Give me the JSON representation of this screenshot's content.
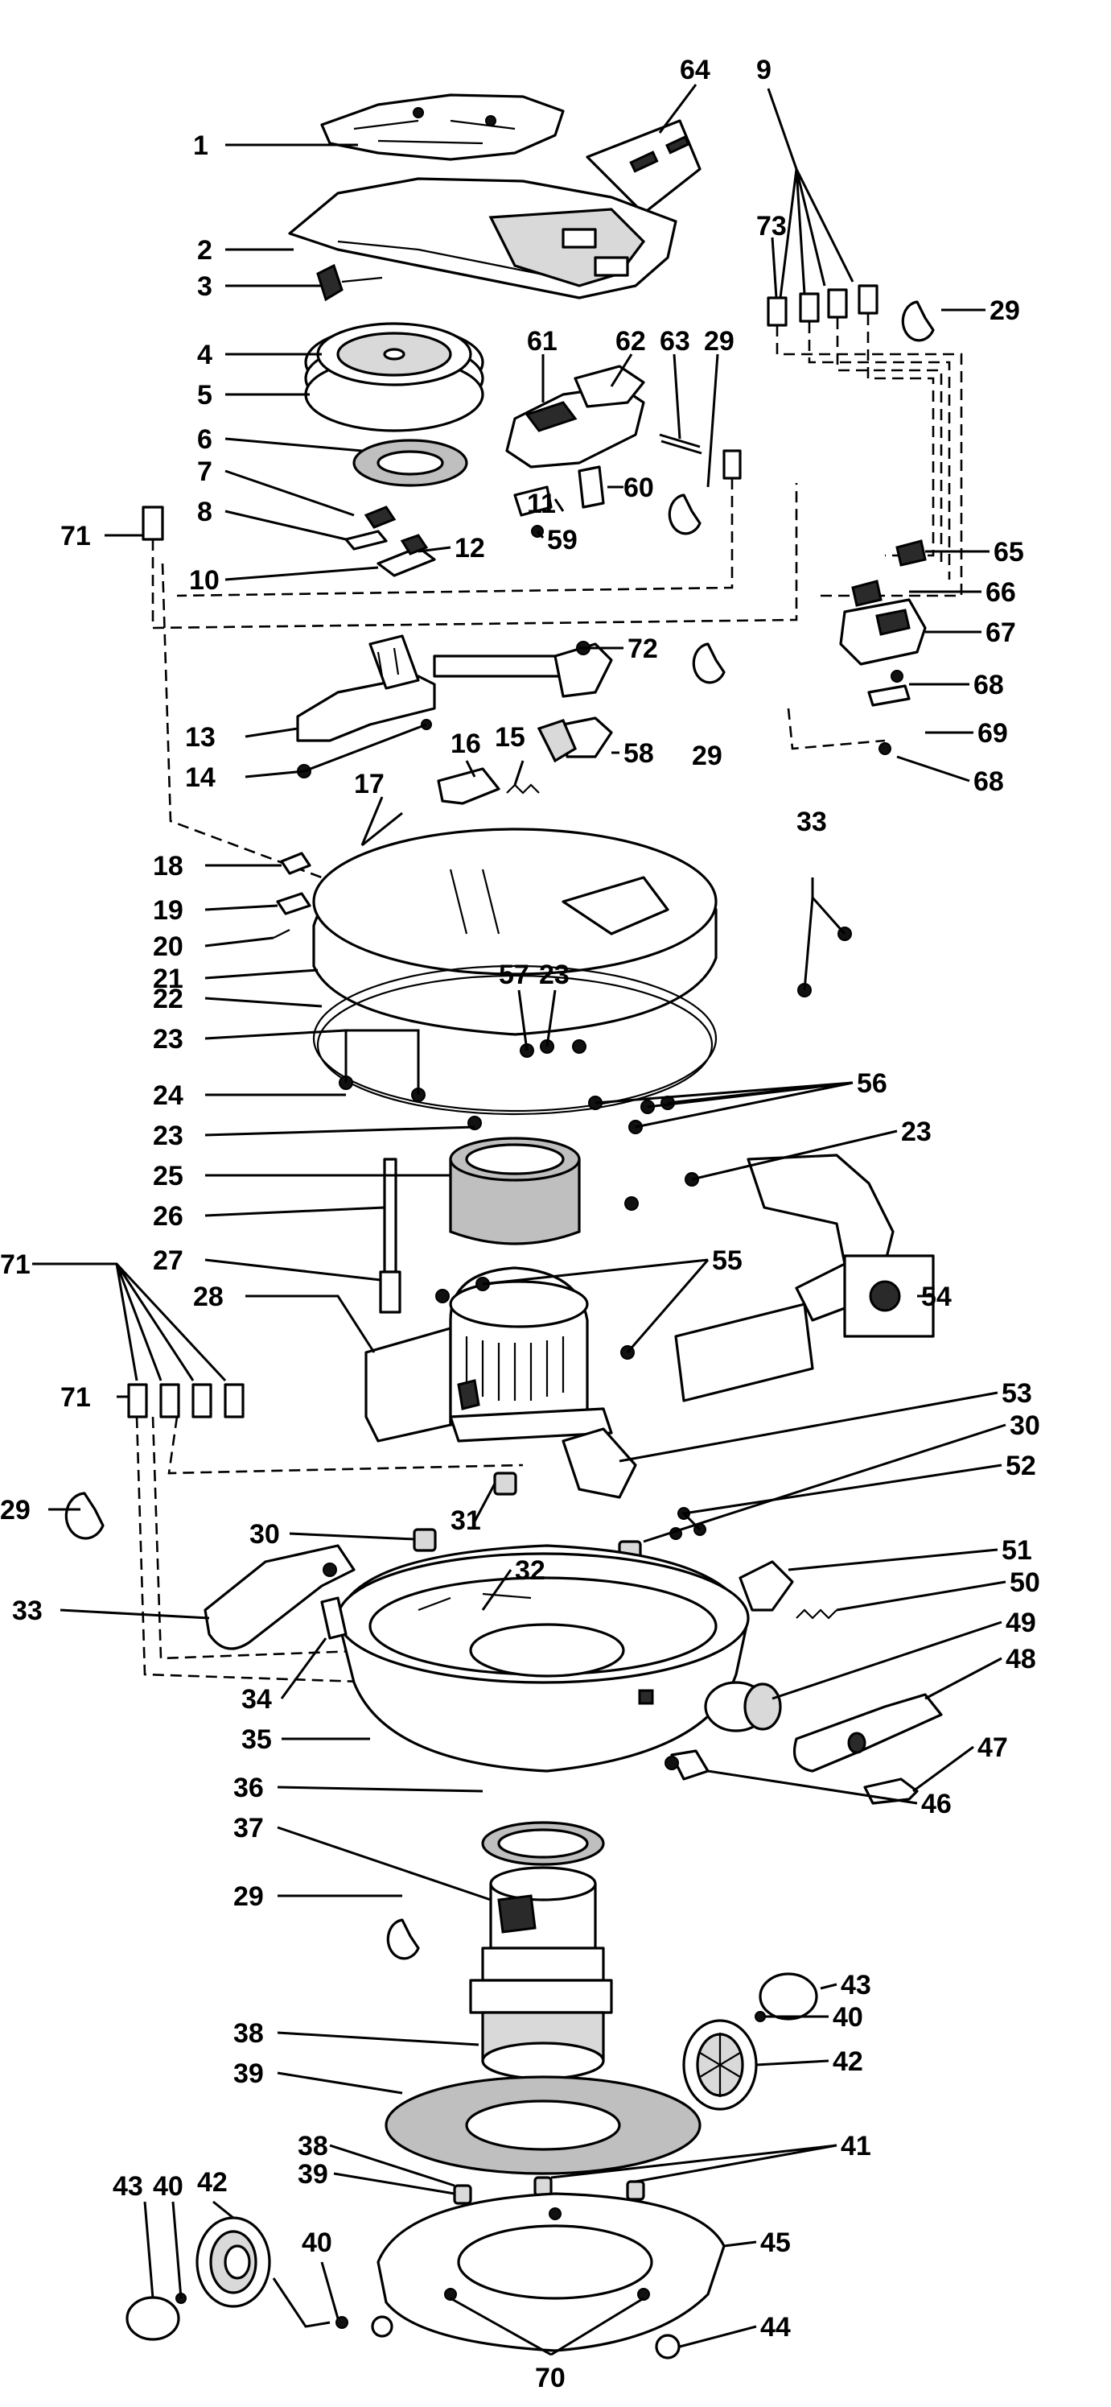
{
  "diagram": {
    "type": "exploded-parts-view",
    "callouts": [
      {
        "id": "c1",
        "text": "1"
      },
      {
        "id": "c64",
        "text": "64"
      },
      {
        "id": "c9",
        "text": "9"
      },
      {
        "id": "c2",
        "text": "2"
      },
      {
        "id": "c73",
        "text": "73"
      },
      {
        "id": "c3",
        "text": "3"
      },
      {
        "id": "c29a",
        "text": "29"
      },
      {
        "id": "c4",
        "text": "4"
      },
      {
        "id": "c61",
        "text": "61"
      },
      {
        "id": "c62",
        "text": "62"
      },
      {
        "id": "c63",
        "text": "63"
      },
      {
        "id": "c29b",
        "text": "29"
      },
      {
        "id": "c5",
        "text": "5"
      },
      {
        "id": "c6",
        "text": "6"
      },
      {
        "id": "c7",
        "text": "7"
      },
      {
        "id": "c60",
        "text": "60"
      },
      {
        "id": "c8",
        "text": "8"
      },
      {
        "id": "c11",
        "text": "11"
      },
      {
        "id": "c71a",
        "text": "71"
      },
      {
        "id": "c59",
        "text": "59"
      },
      {
        "id": "c12",
        "text": "12"
      },
      {
        "id": "c65",
        "text": "65"
      },
      {
        "id": "c10",
        "text": "10"
      },
      {
        "id": "c66",
        "text": "66"
      },
      {
        "id": "c67",
        "text": "67"
      },
      {
        "id": "c72",
        "text": "72"
      },
      {
        "id": "c68a",
        "text": "68"
      },
      {
        "id": "c13",
        "text": "13"
      },
      {
        "id": "c16",
        "text": "16"
      },
      {
        "id": "c15",
        "text": "15"
      },
      {
        "id": "c58",
        "text": "58"
      },
      {
        "id": "c29c",
        "text": "29"
      },
      {
        "id": "c69",
        "text": "69"
      },
      {
        "id": "c14",
        "text": "14"
      },
      {
        "id": "c68b",
        "text": "68"
      },
      {
        "id": "c17",
        "text": "17"
      },
      {
        "id": "c33a",
        "text": "33"
      },
      {
        "id": "c18",
        "text": "18"
      },
      {
        "id": "c19",
        "text": "19"
      },
      {
        "id": "c20",
        "text": "20"
      },
      {
        "id": "c21",
        "text": "21"
      },
      {
        "id": "c57",
        "text": "57"
      },
      {
        "id": "c23a",
        "text": "23"
      },
      {
        "id": "c22",
        "text": "22"
      },
      {
        "id": "c23b",
        "text": "23"
      },
      {
        "id": "c56",
        "text": "56"
      },
      {
        "id": "c24",
        "text": "24"
      },
      {
        "id": "c23c",
        "text": "23"
      },
      {
        "id": "c23d",
        "text": "23"
      },
      {
        "id": "c25",
        "text": "25"
      },
      {
        "id": "c26",
        "text": "26"
      },
      {
        "id": "c27",
        "text": "27"
      },
      {
        "id": "c55",
        "text": "55"
      },
      {
        "id": "c71b",
        "text": "71"
      },
      {
        "id": "c28",
        "text": "28"
      },
      {
        "id": "c54",
        "text": "54"
      },
      {
        "id": "c71c",
        "text": "71"
      },
      {
        "id": "c53",
        "text": "53"
      },
      {
        "id": "c30a",
        "text": "30"
      },
      {
        "id": "c52",
        "text": "52"
      },
      {
        "id": "c29d",
        "text": "29"
      },
      {
        "id": "c30b",
        "text": "30"
      },
      {
        "id": "c31",
        "text": "31"
      },
      {
        "id": "c51",
        "text": "51"
      },
      {
        "id": "c32",
        "text": "32"
      },
      {
        "id": "c33b",
        "text": "33"
      },
      {
        "id": "c50",
        "text": "50"
      },
      {
        "id": "c49",
        "text": "49"
      },
      {
        "id": "c48",
        "text": "48"
      },
      {
        "id": "c34",
        "text": "34"
      },
      {
        "id": "c35",
        "text": "35"
      },
      {
        "id": "c47",
        "text": "47"
      },
      {
        "id": "c36",
        "text": "36"
      },
      {
        "id": "c46",
        "text": "46"
      },
      {
        "id": "c37",
        "text": "37"
      },
      {
        "id": "c29e",
        "text": "29"
      },
      {
        "id": "c43a",
        "text": "43"
      },
      {
        "id": "c40a",
        "text": "40"
      },
      {
        "id": "c38a",
        "text": "38"
      },
      {
        "id": "c42a",
        "text": "42"
      },
      {
        "id": "c39a",
        "text": "39"
      },
      {
        "id": "c38b",
        "text": "38"
      },
      {
        "id": "c41",
        "text": "41"
      },
      {
        "id": "c39b",
        "text": "39"
      },
      {
        "id": "c43b",
        "text": "43"
      },
      {
        "id": "c40b",
        "text": "40"
      },
      {
        "id": "c42b",
        "text": "42"
      },
      {
        "id": "c45",
        "text": "45"
      },
      {
        "id": "c40c",
        "text": "40"
      },
      {
        "id": "c44",
        "text": "44"
      },
      {
        "id": "c70",
        "text": "70"
      }
    ]
  }
}
